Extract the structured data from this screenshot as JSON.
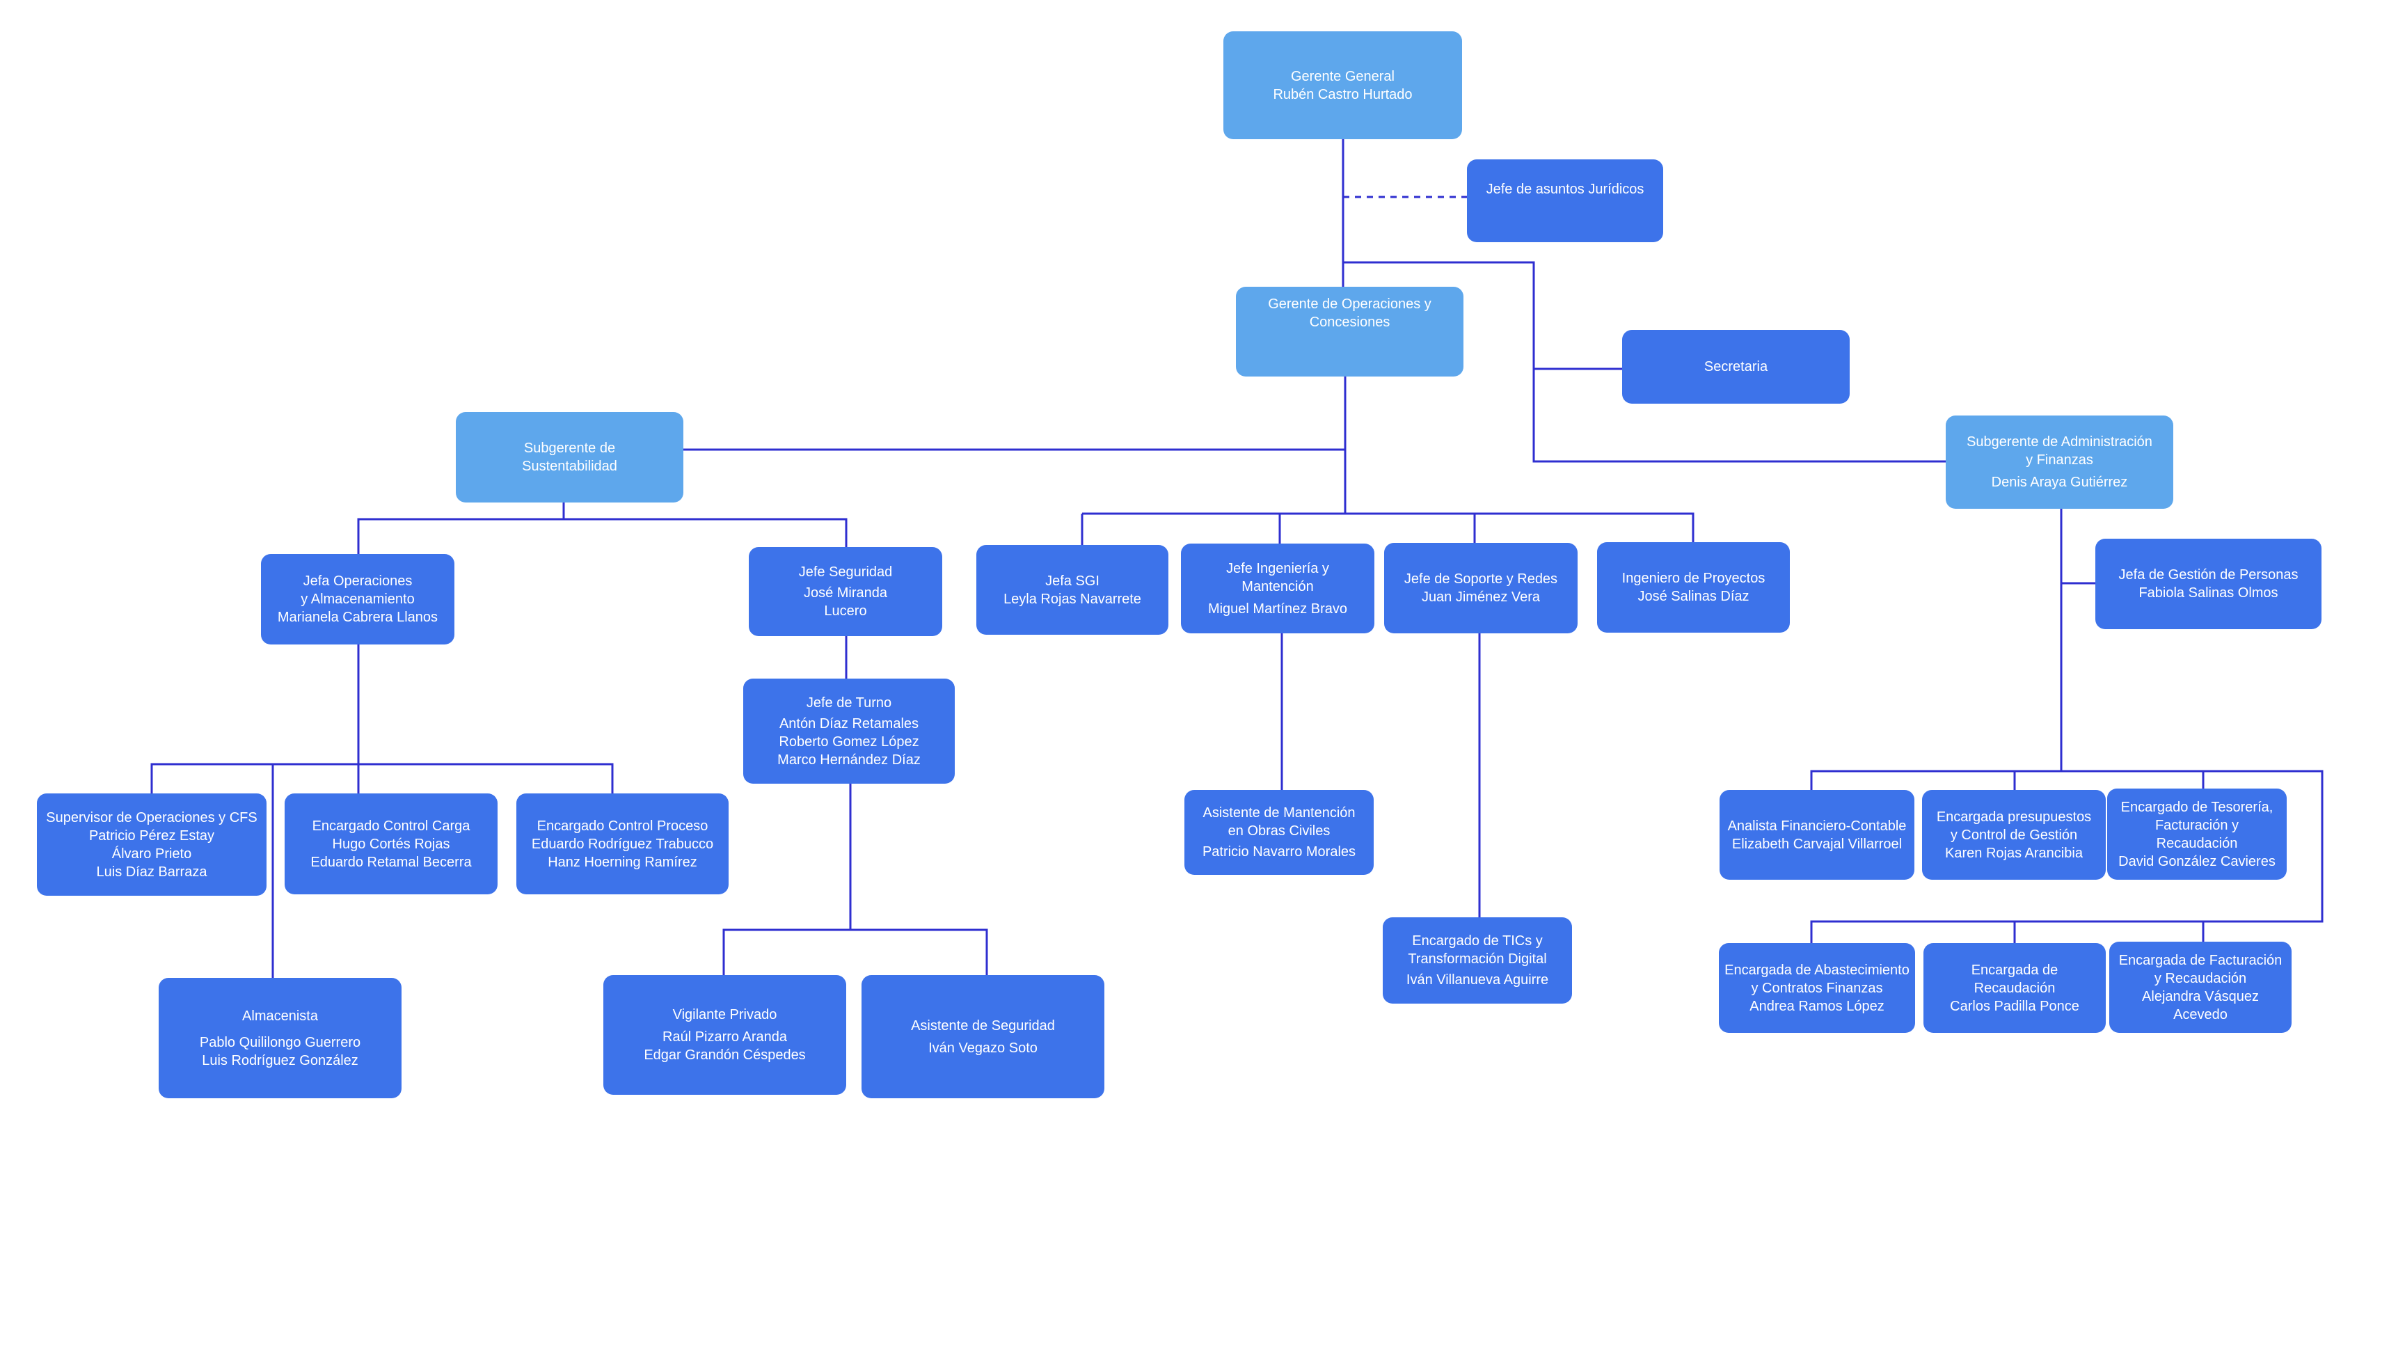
{
  "colors": {
    "light": "#5ea7ec",
    "dark": "#3d73ea",
    "line": "#2f2fd0"
  },
  "nodes": {
    "gerente_general": {
      "title": "Gerente General",
      "names": "Rubén Castro Hurtado"
    },
    "juridicos": {
      "title": "Jefe de asuntos Jurídicos",
      "names": ""
    },
    "gerente_operaciones": {
      "title": "Gerente de Operaciones y\nConcesiones",
      "names": ""
    },
    "secretaria": {
      "title": "Secretaria",
      "names": ""
    },
    "subgerente_sustentabilidad": {
      "title": "Subgerente de\nSustentabilidad",
      "names": ""
    },
    "subgerente_admin": {
      "title": "Subgerente de Administración\ny Finanzas",
      "names": "Denis Araya Gutiérrez"
    },
    "jefa_operaciones": {
      "title": "Jefa Operaciones\ny Almacenamiento",
      "names": "Marianela Cabrera Llanos"
    },
    "jefe_seguridad": {
      "title": "Jefe Seguridad",
      "names": "José Miranda\nLucero"
    },
    "jefa_sgi": {
      "title": "Jefa SGI",
      "names": "Leyla Rojas Navarrete"
    },
    "jefe_ingenieria": {
      "title": "Jefe Ingeniería y\nMantención",
      "names": "Miguel Martínez Bravo"
    },
    "jefe_soporte": {
      "title": "Jefe de Soporte y Redes",
      "names": "Juan Jiménez Vera"
    },
    "ingeniero_proyectos": {
      "title": "Ingeniero de Proyectos",
      "names": "José Salinas Díaz"
    },
    "jefa_personas": {
      "title": "Jefa de Gestión de Personas",
      "names": "Fabiola Salinas Olmos"
    },
    "jefe_turno": {
      "title": "Jefe de Turno",
      "names": "Antón Díaz Retamales\nRoberto Gomez López\nMarco Hernández Díaz"
    },
    "supervisor_cfs": {
      "title": "Supervisor de Operaciones y CFS",
      "names": "Patricio Pérez Estay\nÁlvaro Prieto\nLuis Díaz Barraza"
    },
    "encargado_carga": {
      "title": "Encargado Control Carga",
      "names": "Hugo Cortés Rojas\nEduardo Retamal Becerra"
    },
    "encargado_proceso": {
      "title": "Encargado Control Proceso",
      "names": "Eduardo Rodríguez Trabucco\nHanz Hoerning Ramírez"
    },
    "almacenista": {
      "title": "Almacenista",
      "names": "Pablo Quililongo Guerrero\nLuis Rodríguez González"
    },
    "vigilante": {
      "title": "Vigilante Privado",
      "names": "Raúl Pizarro Aranda\nEdgar Grandón Céspedes"
    },
    "asistente_seguridad": {
      "title": "Asistente de Seguridad",
      "names": "Iván Vegazo Soto"
    },
    "asistente_mantencion": {
      "title": "Asistente de Mantención\nen Obras Civiles",
      "names": "Patricio Navarro Morales"
    },
    "encargado_tics": {
      "title": "Encargado de TICs y\nTransformación Digital",
      "names": "Iván Villanueva Aguirre"
    },
    "analista_financiero": {
      "title": "Analista Financiero-Contable",
      "names": "Elizabeth Carvajal Villarroel"
    },
    "encargada_presupuestos": {
      "title": "Encargada presupuestos\ny Control de Gestión",
      "names": "Karen Rojas Arancibia"
    },
    "encargado_tesoreria": {
      "title": "Encargado de Tesorería,\nFacturación y Recaudación",
      "names": "David González Cavieres"
    },
    "encargada_abastecimiento": {
      "title": "Encargada de Abastecimiento\ny Contratos Finanzas",
      "names": "Andrea Ramos López"
    },
    "encargada_recaudacion": {
      "title": "Encargada de Recaudación",
      "names": "Carlos Padilla Ponce"
    },
    "encargada_facturacion": {
      "title": "Encargada de Facturación\ny Recaudación",
      "names": "Alejandra Vásquez Acevedo"
    }
  }
}
